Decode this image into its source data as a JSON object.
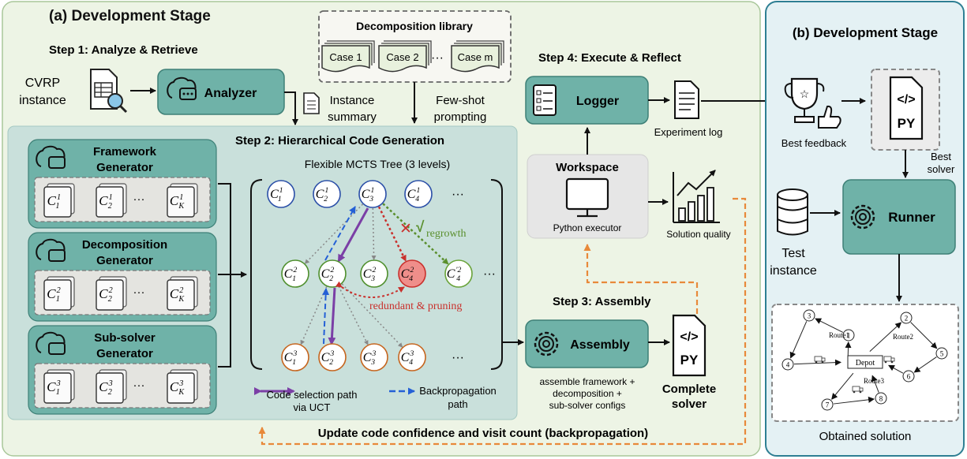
{
  "panel_a": {
    "title": "(a) Development Stage",
    "step1": "Step 1: Analyze & Retrieve",
    "step2": "Step 2: Hierarchical Code Generation",
    "step3": "Step 3: Assembly",
    "step4": "Step 4: Execute & Reflect",
    "cvrp_l1": "CVRP",
    "cvrp_l2": "instance",
    "analyzer": "Analyzer",
    "summary_l1": "Instance",
    "summary_l2": "summary",
    "fewshot_l1": "Few-shot",
    "fewshot_l2": "prompting",
    "library_title": "Decomposition library",
    "cases": [
      "Case 1",
      "Case 2",
      "Case m"
    ],
    "ellipsis": "···",
    "generators": [
      {
        "l1": "Framework",
        "l2": "Generator",
        "sup": "1"
      },
      {
        "l1": "Decomposition",
        "l2": "Generator",
        "sup": "2"
      },
      {
        "l1": "Sub-solver",
        "l2": "Generator",
        "sup": "3"
      }
    ],
    "tree_title": "Flexible MCTS Tree (3 levels)",
    "node_letter": "C",
    "checkmark": "√",
    "cross": "✕",
    "regrowth": "regrowth",
    "redundant": "redundant & pruning",
    "legend_sel_l1": "Code selection path",
    "legend_sel_l2": "via UCT",
    "legend_bp_l1": "Backpropagation",
    "legend_bp_l2": "path",
    "logger": "Logger",
    "experiment_log": "Experiment log",
    "workspace": "Workspace",
    "python_executor": "Python executor",
    "solution_quality": "Solution quality",
    "assembly": "Assembly",
    "assemble_l1": "assemble framework +",
    "assemble_l2": "decomposition +",
    "assemble_l3": "sub-solver configs",
    "complete_l1": "Complete",
    "complete_l2": "solver",
    "py": "PY",
    "code_glyph": "</>",
    "update": "Update code confidence and visit count (backpropagation)"
  },
  "panel_b": {
    "title": "(b) Development Stage",
    "best_feedback": "Best feedback",
    "best_l1": "Best",
    "best_l2": "solver",
    "runner": "Runner",
    "test_l1": "Test",
    "test_l2": "instance",
    "obtained": "Obtained solution",
    "depot": "Depot",
    "routes": [
      "Route1",
      "Route2",
      "Route3"
    ],
    "stops": [
      "1",
      "2",
      "3",
      "4",
      "5",
      "6",
      "7",
      "8"
    ]
  },
  "colors": {
    "panel_a_bg": "#edf4e5",
    "panel_b_bg": "#e4f1f4",
    "module_teal": "#6fb2a8",
    "gen_panel": "#cfe3de",
    "level1_node": "#2b4fa8",
    "level2_node": "#4f8f2d",
    "level3_node": "#c6651e",
    "selection_path": "#7b3fa6",
    "backprop_path": "#2460d6",
    "prune_red": "#c9302c",
    "orange_dash": "#e8893a"
  }
}
